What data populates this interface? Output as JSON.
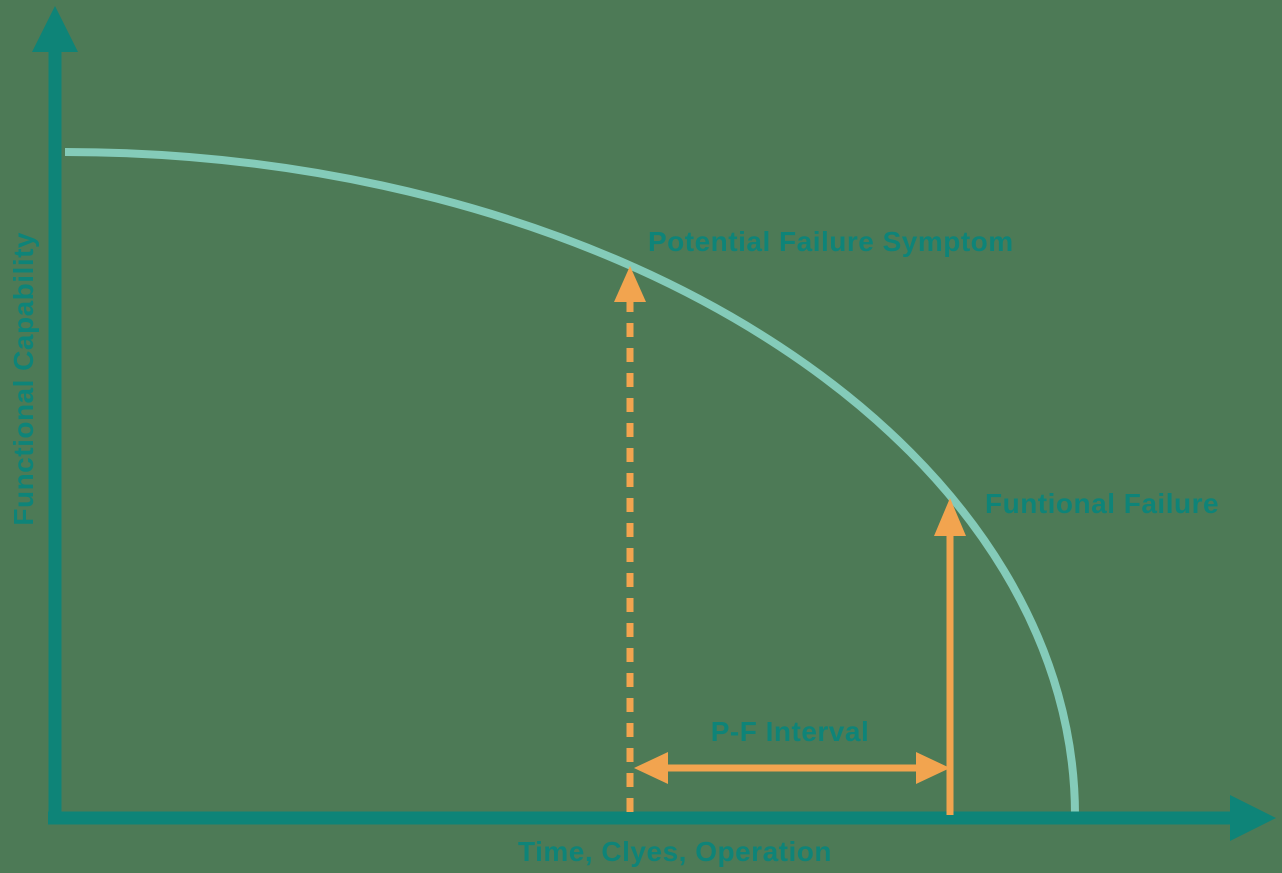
{
  "labels": {
    "y_axis": "Functional Capability",
    "x_axis": "Time, Clyes, Operation",
    "potential_failure": "Potential Failure Symptom",
    "functional_failure": "Funtional Failure",
    "pf_interval": "P-F Interval"
  },
  "colors": {
    "background": "#4d7a56",
    "teal": "#0e8478",
    "curve": "#84cbb9",
    "orange": "#f2a44f"
  }
}
